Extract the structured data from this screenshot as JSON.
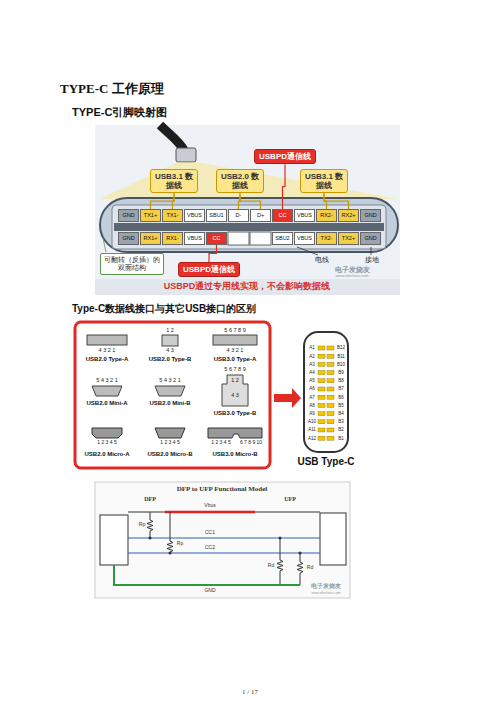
{
  "diagram": {
    "title": "TYPE-C 工作原理",
    "nodes": [
      {
        "text": [
          "USBPD通信线"
        ]
      },
      {
        "text": [
          "USB3.1 数据线"
        ]
      },
      {
        "text": [
          "USB2.0 数据线"
        ]
      },
      {
        "text": [
          "USB3.1 数据线"
        ]
      },
      {
        "text": [
          "GND"
        ]
      },
      {
        "text": [
          "TX1+"
        ]
      },
      {
        "text": [
          "TX1-"
        ]
      },
      {
        "text": [
          "VBUS"
        ]
      },
      {
        "text": [
          "SBU1"
        ]
      },
      {
        "text": [
          "D-"
        ]
      },
      {
        "text": [
          "D+"
        ]
      },
      {
        "text": [
          "CC"
        ]
      },
      {
        "text": [
          "VBUS"
        ]
      },
      {
        "text": [
          "RX2-"
        ]
      },
      {
        "text": [
          "RX2+"
        ]
      },
      {
        "text": [
          "GND"
        ]
      },
      {
        "text": [
          "GND"
        ]
      },
      {
        "text": [
          "RX1+"
        ]
      },
      {
        "text": [
          "RX1-"
        ]
      },
      {
        "text": [
          "VBUS"
        ]
      },
      {
        "text": [
          "CC"
        ]
      },
      {
        "text": [
          "SBU2"
        ]
      },
      {
        "text": [
          "VBUS"
        ]
      },
      {
        "text": [
          "TX2-"
        ]
      },
      {
        "text": [
          "TX2+"
        ]
      },
      {
        "text": [
          "GND"
        ]
      },
      {
        "text": [
          "USBPD通信线"
        ]
      },
      {
        "text": [
          "可翻转（反插）的双面结构"
        ]
      }
    ],
    "edges": [
      {
        "from": 0,
        "to": 11,
        "arrow": "none"
      },
      {
        "from": 1,
        "to": 5,
        "arrow": "none"
      },
      {
        "from": 1,
        "to": 6,
        "arrow": "none"
      },
      {
        "from": 2,
        "to": 9,
        "arrow": "none"
      },
      {
        "from": 2,
        "to": 10,
        "arrow": "none"
      },
      {
        "from": 3,
        "to": 13,
        "arrow": "none"
      },
      {
        "from": 3,
        "to": 14,
        "arrow": "none"
      },
      {
        "from": 26,
        "to": 20,
        "arrow": "none"
      }
    ],
    "labels": [
      "TYPE-C引脚映射图",
      "Type-C数据线接口与其它USB接口的区别",
      "电线",
      "接地",
      "USBPD通过专用线实现，不会影响数据线",
      "电子发烧友",
      "www.elecfans.com",
      "USB2.0 Type-A",
      "4 3 2 1",
      "USB2.0 Type-B",
      "1 2",
      "4 3",
      "USB3.0 Type-A",
      "5 6 7 8 9",
      "4 3 2 1",
      "USB2.0 Mini-A",
      "5 4 3 2 1",
      "USB2.0 Mini-B",
      "5 4 3 2 1",
      "USB3.0 Type-B",
      "5 6 7 8 9",
      "1 2",
      "4 3",
      "USB2.0 Micro-A",
      "1 2 3 4 5",
      "USB2.0 Micro-B",
      "1 2 3 4 5",
      "USB3.0 Micro-B",
      "1 2 3 4 5",
      "6 7 8 9 10",
      "USB Type-C",
      "A1",
      "A2",
      "A3",
      "A4",
      "A5",
      "A6",
      "A7",
      "A8",
      "A9",
      "A10",
      "A11",
      "A12",
      "B12",
      "B11",
      "B10",
      "B9",
      "B8",
      "B7",
      "B6",
      "B5",
      "B4",
      "B3",
      "B2",
      "B1",
      "DFP to UFP Functional Model",
      "DFP",
      "UFP",
      "Vbus",
      "CC1",
      "CC2",
      "Rp",
      "Rp",
      "Rd",
      "Rd",
      "GND",
      "电子发烧友",
      "www.elecfans.com",
      "1 / 17"
    ]
  }
}
